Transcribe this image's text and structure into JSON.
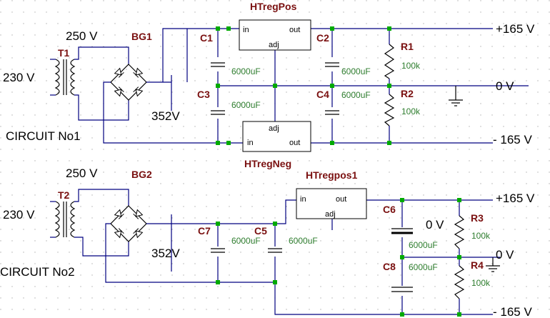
{
  "circuit1": {
    "name": "CIRCUIT No1",
    "transformer_voltage": "250 V",
    "transformer_ref": "T1",
    "mains": "230 V",
    "bridge_ref": "BG1",
    "bridge_voltage": "352V",
    "reg_pos": {
      "ref": "HTregPos",
      "pin_in": "in",
      "pin_out": "out",
      "pin_adj": "adj"
    },
    "reg_neg": {
      "ref": "HTregNeg",
      "pin_in": "in",
      "pin_out": "out",
      "pin_adj": "adj"
    },
    "caps": [
      {
        "ref": "C1",
        "value": "6000uF"
      },
      {
        "ref": "C2",
        "value": "6000uF"
      },
      {
        "ref": "C3",
        "value": "6000uF"
      },
      {
        "ref": "C4",
        "value": "6000uF"
      }
    ],
    "resistors": [
      {
        "ref": "R1",
        "value": "100k"
      },
      {
        "ref": "R2",
        "value": "100k"
      }
    ],
    "rails": {
      "pos": "+165 V",
      "zero": "0 V",
      "neg": "- 165 V"
    }
  },
  "circuit2": {
    "name": "CIRCUIT No2",
    "transformer_voltage": "250 V",
    "transformer_ref": "T2",
    "mains": "230 V",
    "bridge_ref": "BG2",
    "bridge_voltage": "352V",
    "reg": {
      "ref": "HTregpos1",
      "pin_in": "in",
      "pin_out": "out",
      "pin_adj": "adj"
    },
    "caps": [
      {
        "ref": "C7",
        "value": "6000uF"
      },
      {
        "ref": "C5",
        "value": "6000uF"
      },
      {
        "ref": "C6",
        "value": "6000uF"
      },
      {
        "ref": "C8",
        "value": "6000uF"
      }
    ],
    "resistors": [
      {
        "ref": "R3",
        "value": "100k"
      },
      {
        "ref": "R4",
        "value": "100k"
      }
    ],
    "mid_label": "0 V",
    "rails": {
      "pos": "+165 V",
      "zero": "0 V",
      "neg": "- 165 V"
    }
  },
  "colors": {
    "wire": "#000080",
    "ref": "#7a1010",
    "value": "#2e7d2e",
    "dot": "#00aa00"
  }
}
